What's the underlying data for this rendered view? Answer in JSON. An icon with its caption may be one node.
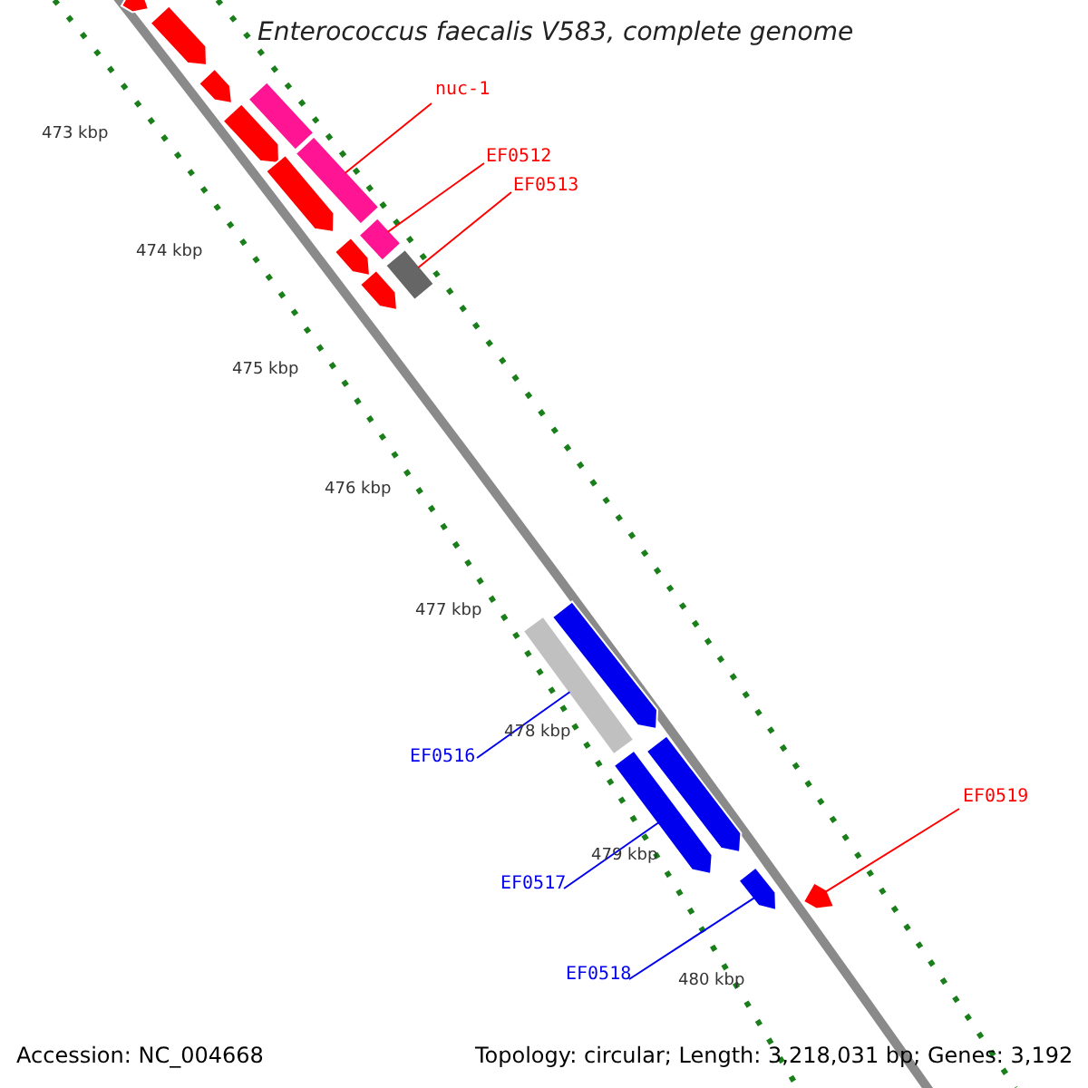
{
  "diagram": {
    "title": "Enterococcus faecalis V583, complete genome",
    "nodes": [
      {
        "text": [
          "nuc-1"
        ]
      },
      {
        "text": [
          "EF0512"
        ]
      },
      {
        "text": [
          "EF0513"
        ]
      },
      {
        "text": [
          "EF0516"
        ]
      },
      {
        "text": [
          "EF0517"
        ]
      },
      {
        "text": [
          "EF0518"
        ]
      },
      {
        "text": [
          "EF0519"
        ]
      },
      {
        "text": [],
        "shape": "bar"
      },
      {
        "text": [],
        "shape": "bar"
      },
      {
        "text": [],
        "shape": "bar"
      },
      {
        "text": [],
        "shape": "bar"
      },
      {
        "text": [],
        "shape": "arrow"
      },
      {
        "text": [],
        "shape": "arrow"
      },
      {
        "text": [],
        "shape": "arrow"
      },
      {
        "text": [],
        "shape": "arrow"
      },
      {
        "text": [],
        "shape": "arrow"
      },
      {
        "text": [],
        "shape": "arrow"
      },
      {
        "text": [],
        "shape": "bar"
      },
      {
        "text": [],
        "shape": "arrow"
      },
      {
        "text": [],
        "shape": "arrow"
      },
      {
        "text": [],
        "shape": "arrow"
      },
      {
        "text": [],
        "shape": "arrow"
      },
      {
        "text": [],
        "shape": "arrow"
      },
      {
        "text": [],
        "shape": "arrow"
      }
    ],
    "edges": [
      {
        "from": 0,
        "to": 7,
        "arrow": "none"
      },
      {
        "from": 1,
        "to": 8,
        "arrow": "none"
      },
      {
        "from": 2,
        "to": 9,
        "arrow": "none"
      },
      {
        "from": 3,
        "to": 10,
        "arrow": "none",
        "color": "#0000ee"
      },
      {
        "from": 4,
        "to": 11,
        "arrow": "none",
        "color": "#0000ee"
      },
      {
        "from": 5,
        "to": 12,
        "arrow": "none",
        "color": "#0000ee"
      },
      {
        "from": 6,
        "to": 13,
        "arrow": "none"
      }
    ],
    "labels": [
      "473 kbp",
      "474 kbp",
      "475 kbp",
      "476 kbp",
      "477 kbp",
      "478 kbp",
      "479 kbp",
      "480 kbp",
      "Accession: NC_004668",
      "Topology: circular; Length: 3,218,031 bp; Genes: 3,192"
    ]
  }
}
